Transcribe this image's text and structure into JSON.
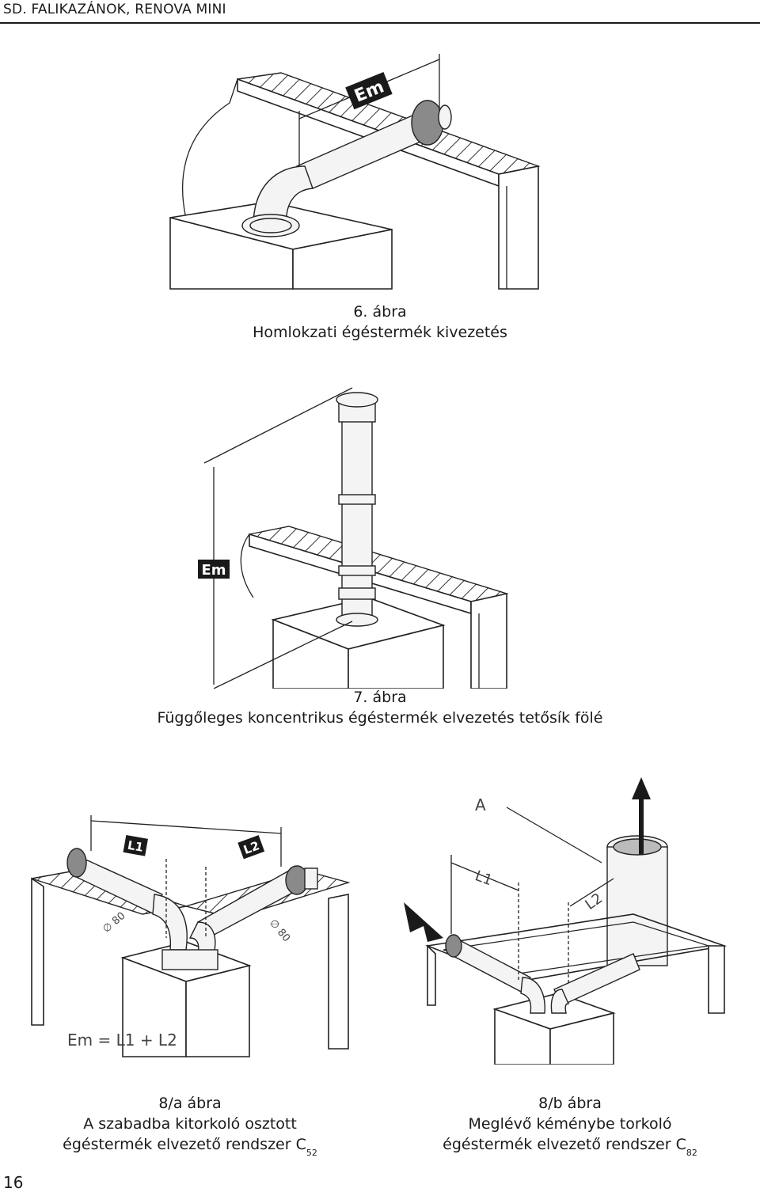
{
  "header": {
    "title": "SD. FALIKAZÁNOK, RENOVA MINI"
  },
  "figures": {
    "fig6": {
      "label_em": "Em",
      "caption_number": "6. ábra",
      "caption_text": "Homlokzati égéstermék kivezetés"
    },
    "fig7": {
      "label_em": "Em",
      "caption_number": "7. ábra",
      "caption_text": "Függőleges koncentrikus égéstermék elvezetés tetősík fölé"
    },
    "fig8a": {
      "label_l1": "L1",
      "label_l2": "L2",
      "diameter_left": "∅ 80",
      "diameter_right": "∅ 80",
      "formula": "Em = L1 + L2",
      "caption_number": "8/a ábra",
      "caption_line1": "A szabadba kitorkoló osztott",
      "caption_line2": "égéstermék elvezető rendszer C",
      "caption_sub": "52"
    },
    "fig8b": {
      "label_a": "A",
      "label_l1": "L1",
      "label_l2": "L2",
      "caption_number": "8/b ábra",
      "caption_line1": "Meglévő kéménybe torkoló",
      "caption_line2": "égéstermék elvezető rendszer C",
      "caption_sub": "82"
    }
  },
  "page_number": "16"
}
